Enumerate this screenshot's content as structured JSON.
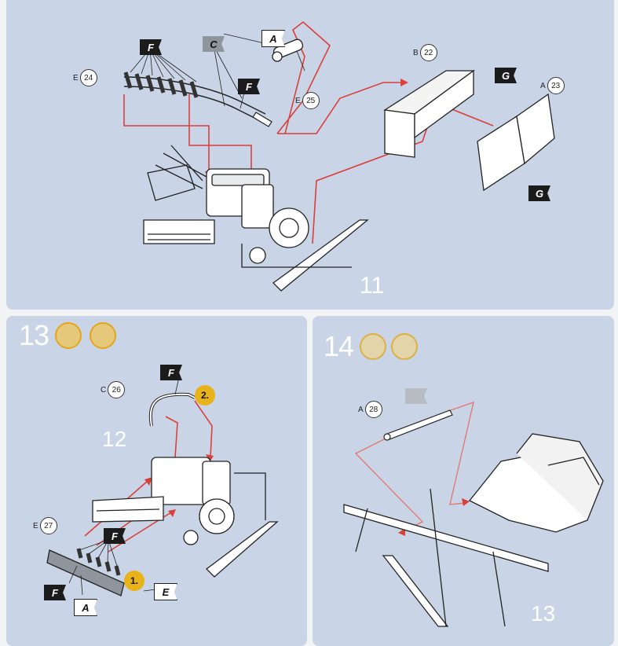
{
  "steps": {
    "step12": {
      "subassembly_label": "11",
      "parts": [
        {
          "letter": "E",
          "num": "24"
        },
        {
          "letter": "E",
          "num": "25"
        },
        {
          "letter": "B",
          "num": "22"
        },
        {
          "letter": "A",
          "num": "23"
        }
      ],
      "flags": [
        "F",
        "C",
        "A",
        "F",
        "G",
        "G"
      ]
    },
    "step13": {
      "number": "13",
      "subassembly_label": "12",
      "parts": [
        {
          "letter": "C",
          "num": "26"
        },
        {
          "letter": "E",
          "num": "27"
        }
      ],
      "flags": [
        "F",
        "F",
        "F",
        "A",
        "E"
      ],
      "order_markers": [
        "1.",
        "2."
      ]
    },
    "step14": {
      "number": "14",
      "subassembly_label": "13",
      "parts": [
        {
          "letter": "A",
          "num": "28"
        }
      ]
    }
  },
  "colors": {
    "panel": "#c9d5e6",
    "arrow": "#d9403a",
    "paint_ring": "#e3a51a",
    "line": "#222222"
  }
}
